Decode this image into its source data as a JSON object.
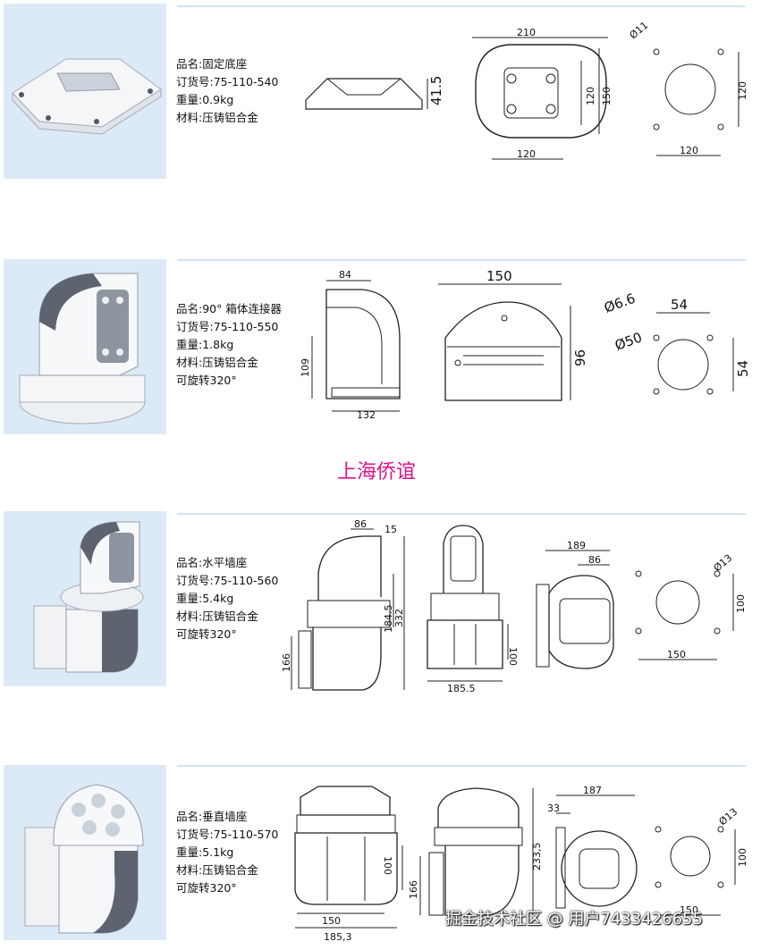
{
  "products": [
    {
      "specs": [
        "品名:固定底座",
        "订货号:75-110-540",
        "重量:0.9kg",
        "材料:压铸铝合金"
      ],
      "dims": {
        "side_h": "41.5",
        "front_w": "210",
        "front_h1": "120",
        "front_h2": "150",
        "front_b": "120",
        "hole_d": "Ø11",
        "hole_v": "120",
        "hole_h": "120"
      }
    },
    {
      "specs": [
        "品名:90° 箱体连接器",
        "订货号:75-110-550",
        "重量:1.8kg",
        "材料:压铸铝合金",
        "可旋转320°"
      ],
      "dims": {
        "side_t": "84",
        "side_h": "109",
        "side_b": "132",
        "front_w": "150",
        "front_h": "96",
        "hole_d1": "Ø6.6",
        "hole_d2": "Ø50",
        "hole_h": "54",
        "hole_v": "54"
      }
    },
    {
      "specs": [
        "品名:水平墙座",
        "订货号:75-110-560",
        "重量:5.4kg",
        "材料:压铸铝合金",
        "可旋转320°"
      ],
      "dims": {
        "t1": "86",
        "t2": "15",
        "h1": "184.5",
        "h2": "332",
        "h3": "166",
        "f_h": "100",
        "f_w": "185.5",
        "b_w": "189",
        "b_t": "86",
        "hole_d": "Ø13",
        "hole_v": "100",
        "hole_h": "150"
      }
    },
    {
      "specs": [
        "品名:垂直墙座",
        "订货号:75-110-570",
        "重量:5.1kg",
        "材料:压铸铝合金",
        "可旋转320°"
      ],
      "dims": {
        "f_h": "100",
        "f_w1": "150",
        "f_w2": "185,3",
        "s_h1": "166",
        "s_h2": "233,5",
        "b_t": "33",
        "b_w": "187",
        "hole_d": "Ø13",
        "hole_v": "100",
        "hole_h": "150"
      }
    }
  ],
  "watermark": "上海侨谊",
  "footer": "掘金技术社区 @ 用户7433426655"
}
